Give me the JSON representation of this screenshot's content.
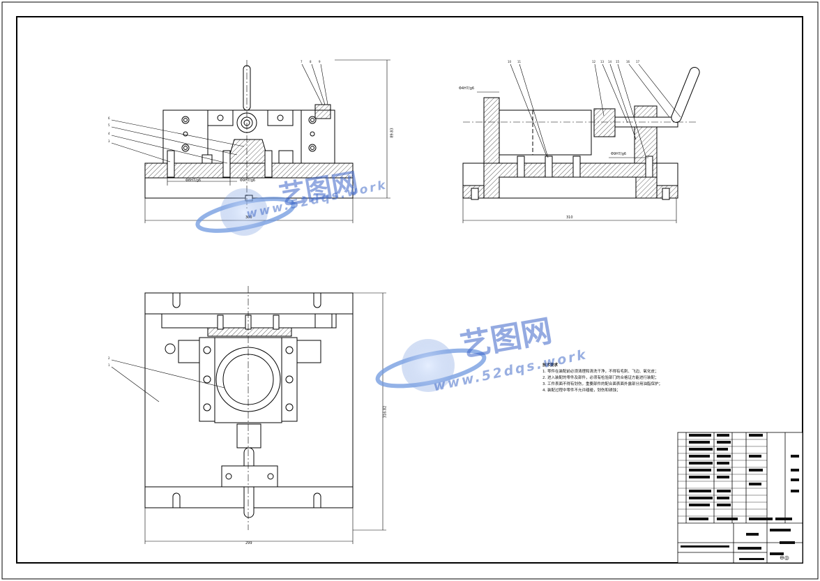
{
  "watermark": {
    "brand_cn": "艺图网",
    "url": "www.52dqs.work",
    "color": "#4a78c8"
  },
  "dimensions": {
    "front_height": "89.83",
    "front_fit_left": "Φ8H7/g6",
    "front_fit_right": "Φ9H7/g6",
    "front_width": "300",
    "side_fit_top": "Φ4H7/g6",
    "side_fit_mid": "Φ9H7/g6",
    "side_width": "310",
    "plan_height": "316.82",
    "plan_width": "299"
  },
  "balloons": {
    "front": [
      "7",
      "8",
      "9",
      "6",
      "5",
      "4",
      "3"
    ],
    "side": [
      "10",
      "11",
      "12",
      "13",
      "14",
      "15",
      "16",
      "17"
    ],
    "plan": [
      "2",
      "1"
    ]
  },
  "notes": {
    "title": "技术要求",
    "items": [
      "1. 零件在装配前必须清理和清洗干净，不得有毛刺、飞边、氧化皮；",
      "2. 进入装配的零件及部件，必须有检验部门的合格证方能进行装配；",
      "3. 工件表面不得有划伤，重要部件的配合面表面外露部分用油脂保护；",
      "4. 装配过程中零件不允许磕碰，划伤和锈蚀；"
    ]
  },
  "title_block": {
    "bottom_right_symbol": "⊖◎"
  }
}
